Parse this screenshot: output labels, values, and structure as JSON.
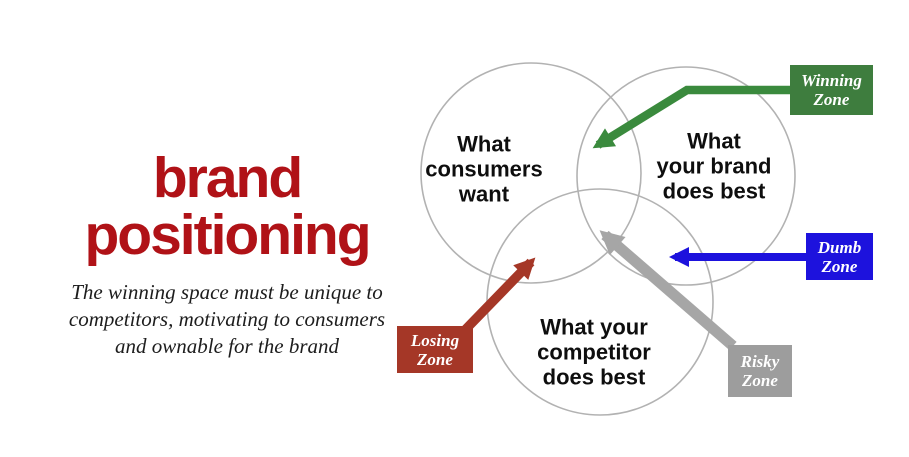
{
  "left_panel": {
    "title_line1": "brand",
    "title_line2": "positioning",
    "title_color": "#b01217",
    "subtitle_line1": "The winning space must be unique to",
    "subtitle_line2": "competitors, motivating to consumers",
    "subtitle_line3": "and ownable for the brand"
  },
  "venn": {
    "circle_stroke_color": "#b2b2b2",
    "circles": [
      {
        "name": "consumers",
        "line1": "What",
        "line2": "consumers",
        "line3": "want"
      },
      {
        "name": "brand",
        "line1": "What",
        "line2": "your brand",
        "line3": "does best"
      },
      {
        "name": "competitor",
        "line1": "What your",
        "line2": "competitor",
        "line3": "does best"
      }
    ]
  },
  "zones": [
    {
      "name": "winning",
      "line1": "Winning",
      "line2": "Zone",
      "box_color": "#3e7d3e",
      "arrow_color": "#3a8a3d",
      "text_color": "#ffffff"
    },
    {
      "name": "dumb",
      "line1": "Dumb",
      "line2": "Zone",
      "box_color": "#1d12dd",
      "arrow_color": "#1d12dd",
      "text_color": "#ffffff"
    },
    {
      "name": "losing",
      "line1": "Losing",
      "line2": "Zone",
      "box_color": "#a53727",
      "arrow_color": "#a53727",
      "text_color": "#ffffff"
    },
    {
      "name": "risky",
      "line1": "Risky",
      "line2": "Zone",
      "box_color": "#9d9d9d",
      "arrow_color": "#a6a6a6",
      "text_color": "#ffffff"
    }
  ]
}
